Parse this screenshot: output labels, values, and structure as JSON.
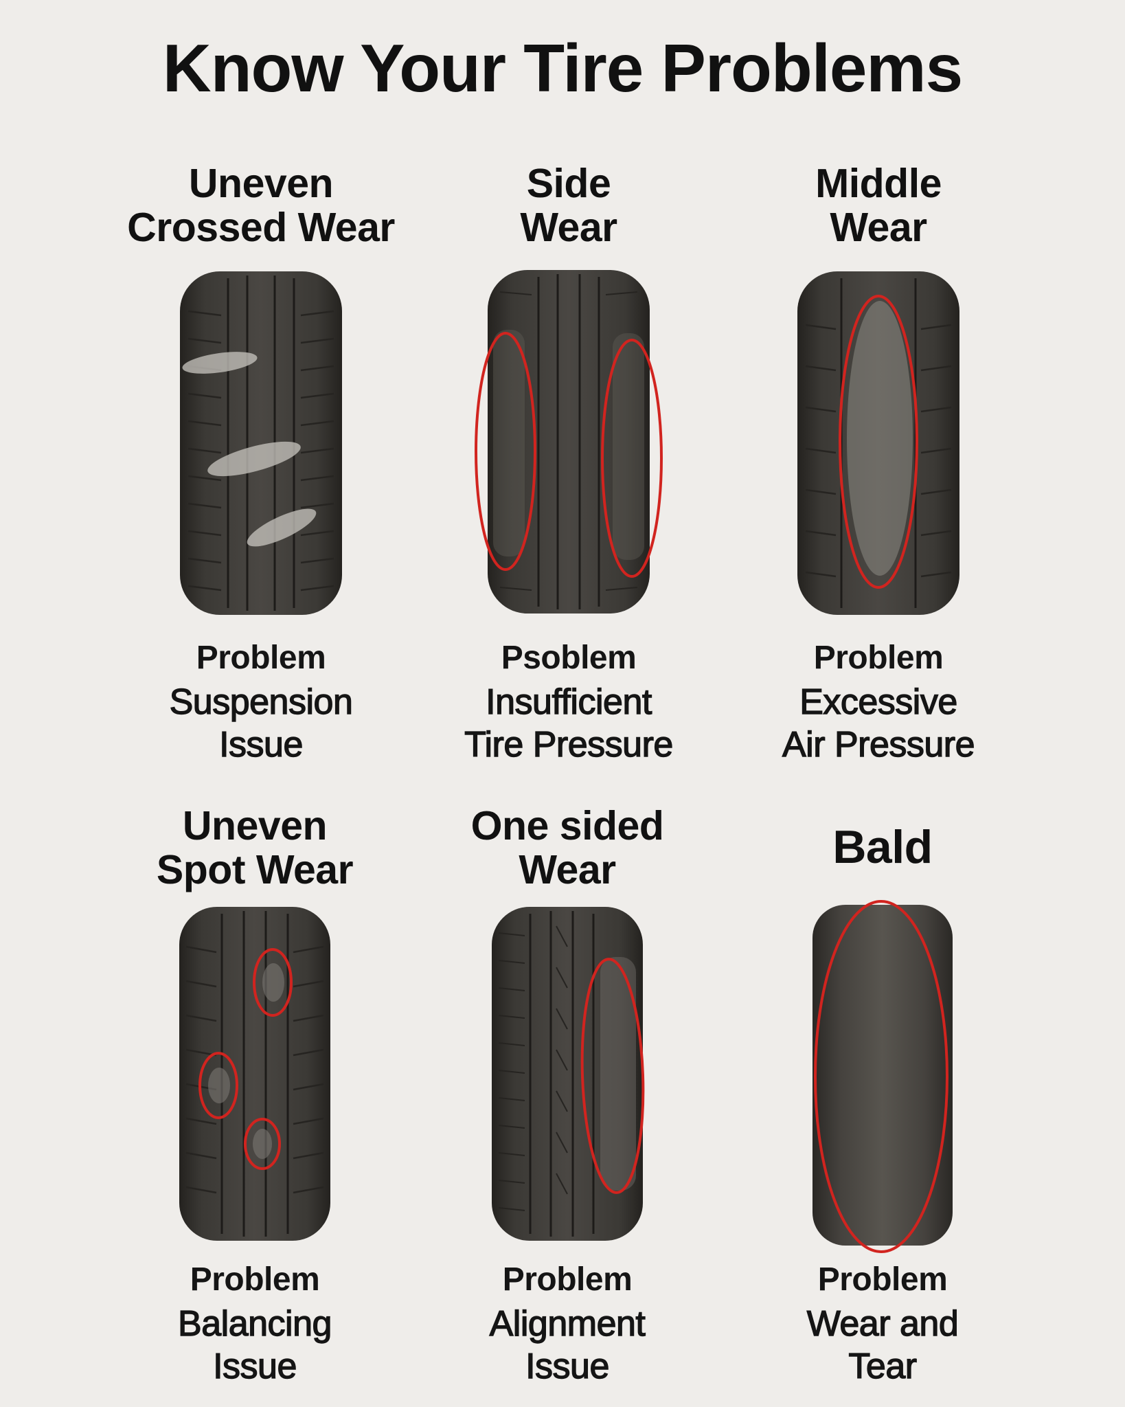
{
  "title": "Know Your Tire Problems",
  "accent_color": "#d1241f",
  "tire_color": "#3a3834",
  "panels": [
    {
      "heading_1": "Uneven",
      "heading_2": "Crossed Wear",
      "problem_label": "Problem",
      "cause_1": "Suspension",
      "cause_2": "Issue",
      "tread": "worn-patches"
    },
    {
      "heading_1": "Side",
      "heading_2": "Wear",
      "problem_label": "Psoblem",
      "cause_1": "Insufficient",
      "cause_2": "Tire Pressure",
      "tread": "both-edges"
    },
    {
      "heading_1": "Middle",
      "heading_2": "Wear",
      "problem_label": "Problem",
      "cause_1": "Excessive",
      "cause_2": "Air Pressure",
      "tread": "center"
    },
    {
      "heading_1": "Uneven",
      "heading_2": "Spot Wear",
      "problem_label": "Problem",
      "cause_1": "Balancing",
      "cause_2": "Issue",
      "tread": "spots"
    },
    {
      "heading_1": "One sided",
      "heading_2": "Wear",
      "problem_label": "Problem",
      "cause_1": "Alignment",
      "cause_2": "Issue",
      "tread": "one-edge"
    },
    {
      "heading_1": "Bald",
      "heading_2": "",
      "problem_label": "Problem",
      "cause_1": "Wear and",
      "cause_2": "Tear",
      "tread": "bald"
    }
  ]
}
